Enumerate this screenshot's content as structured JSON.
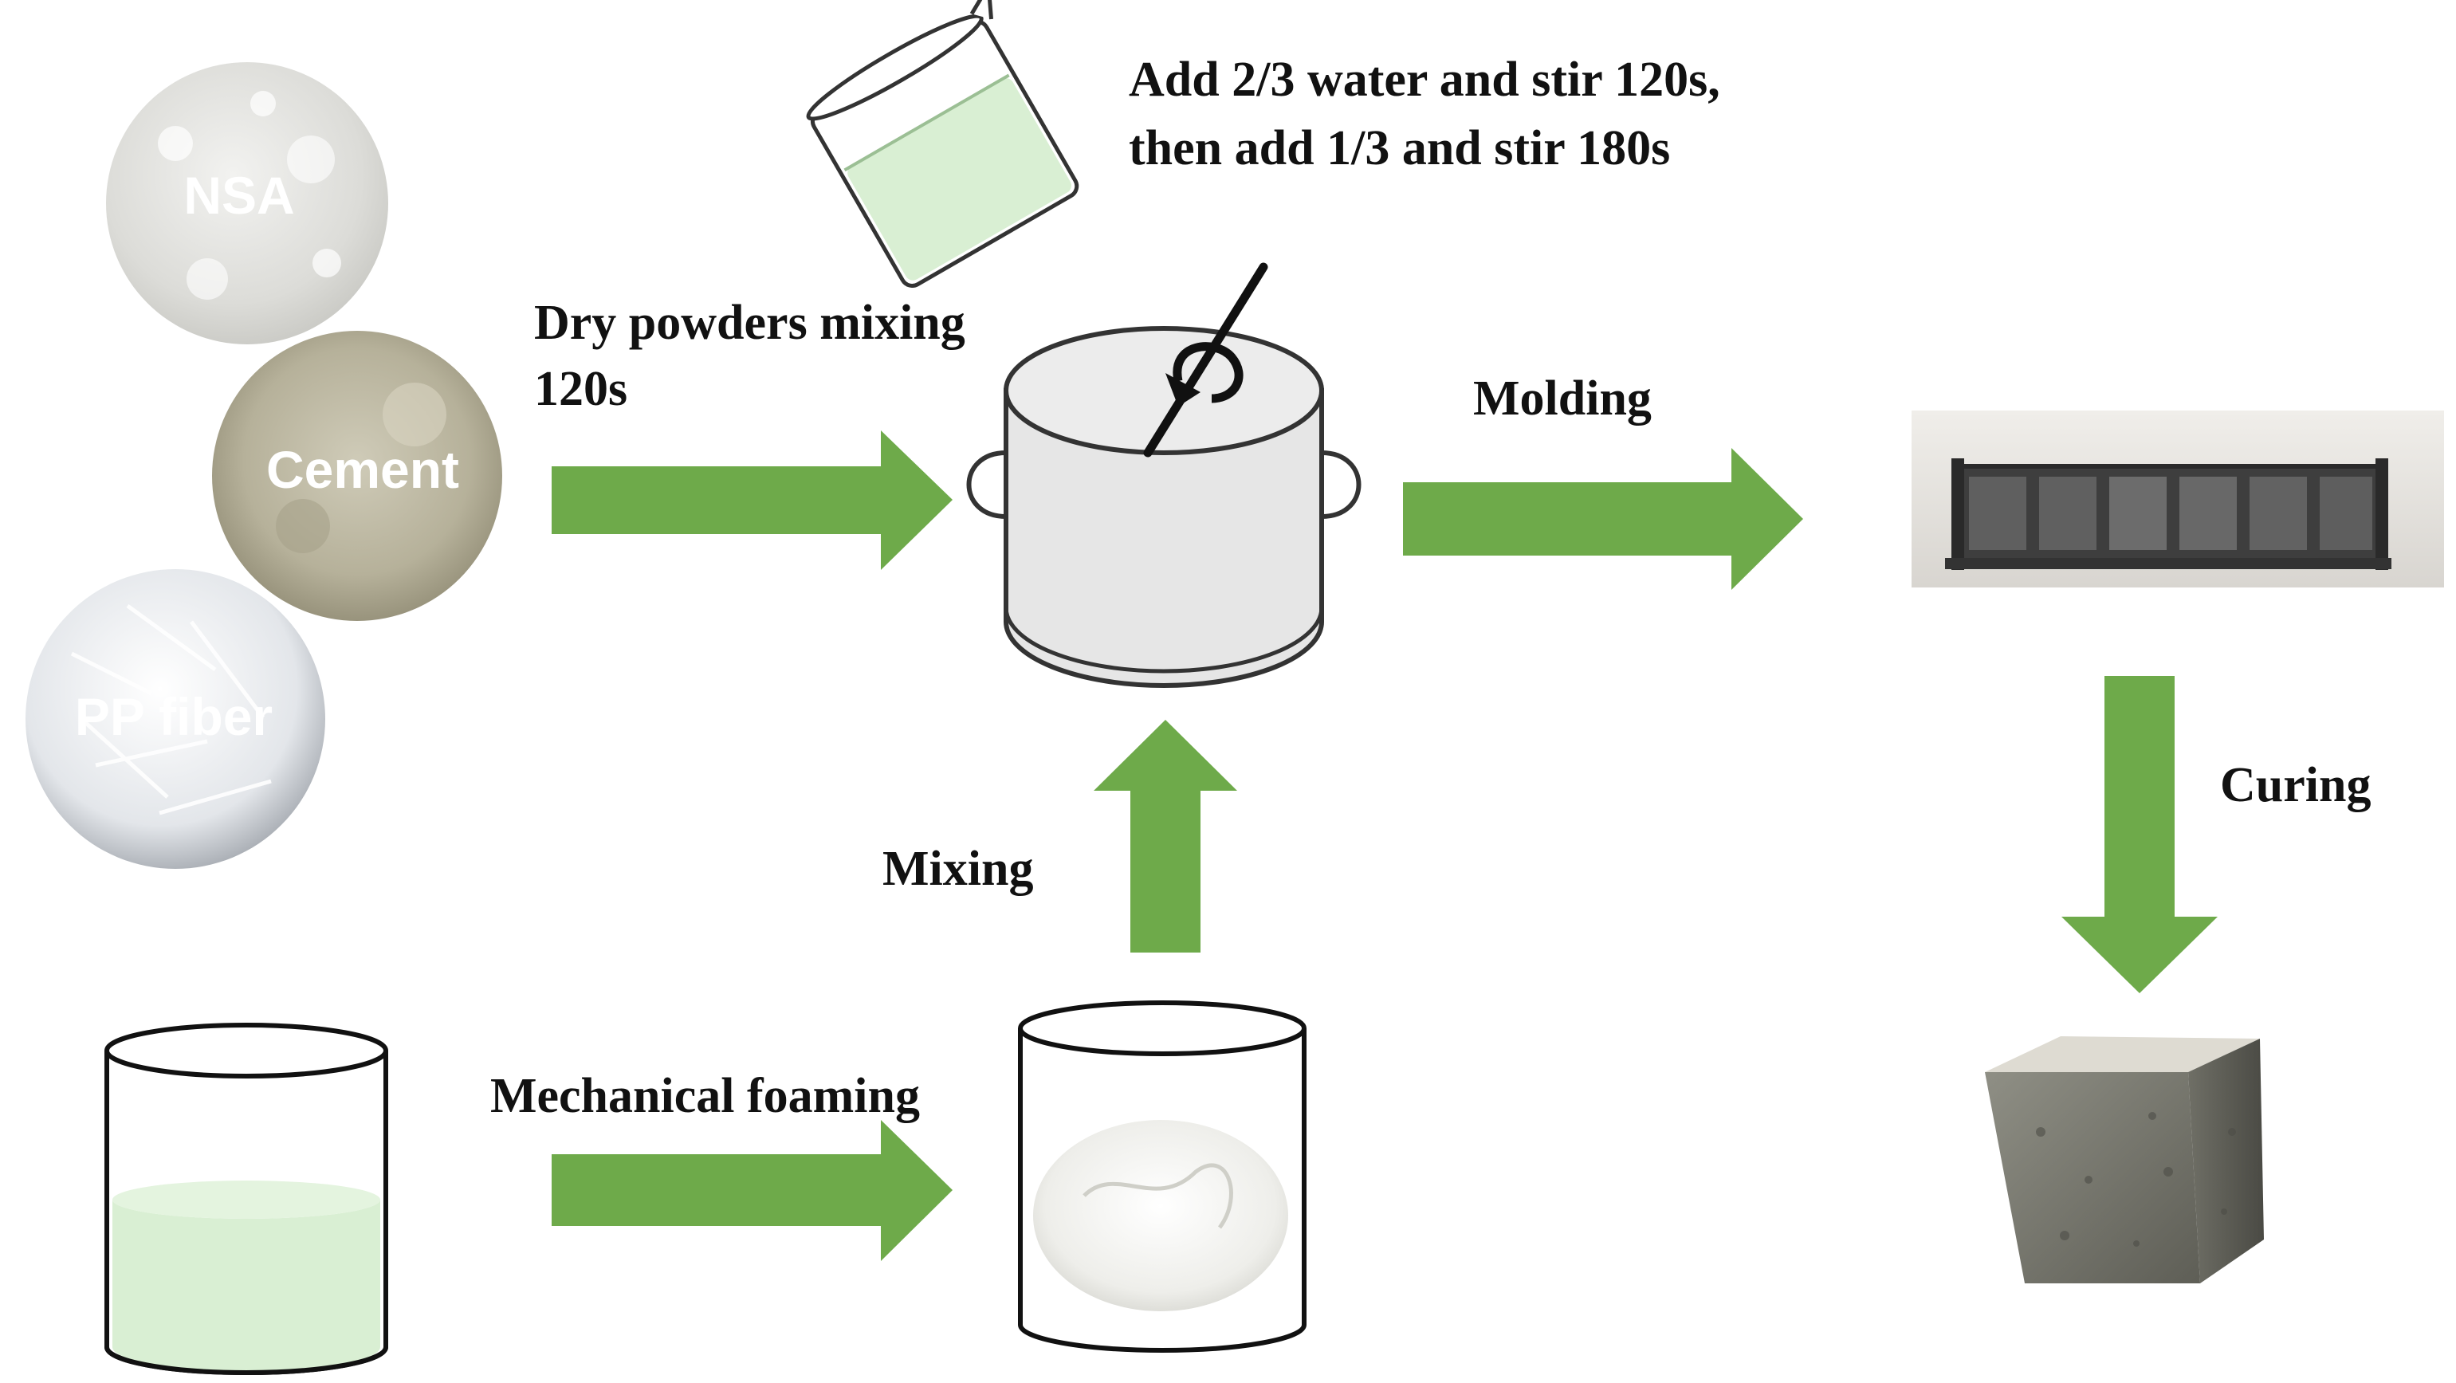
{
  "materials": {
    "nsa": "NSA",
    "cement": "Cement",
    "pp_fiber": "PP fiber"
  },
  "steps": {
    "water_line1": "Add 2/3 water and stir 120s,",
    "water_line2": "then add 1/3 and stir 180s",
    "dry_line1": "Dry powders mixing",
    "dry_line2": "120s",
    "molding": "Molding",
    "mixing": "Mixing",
    "mechanical_foaming": "Mechanical foaming",
    "curing": "Curing"
  },
  "colors": {
    "arrow": "#6eaa4a",
    "water": "#d9efd3",
    "pot": "#e6e6e6",
    "outline": "#111111"
  }
}
